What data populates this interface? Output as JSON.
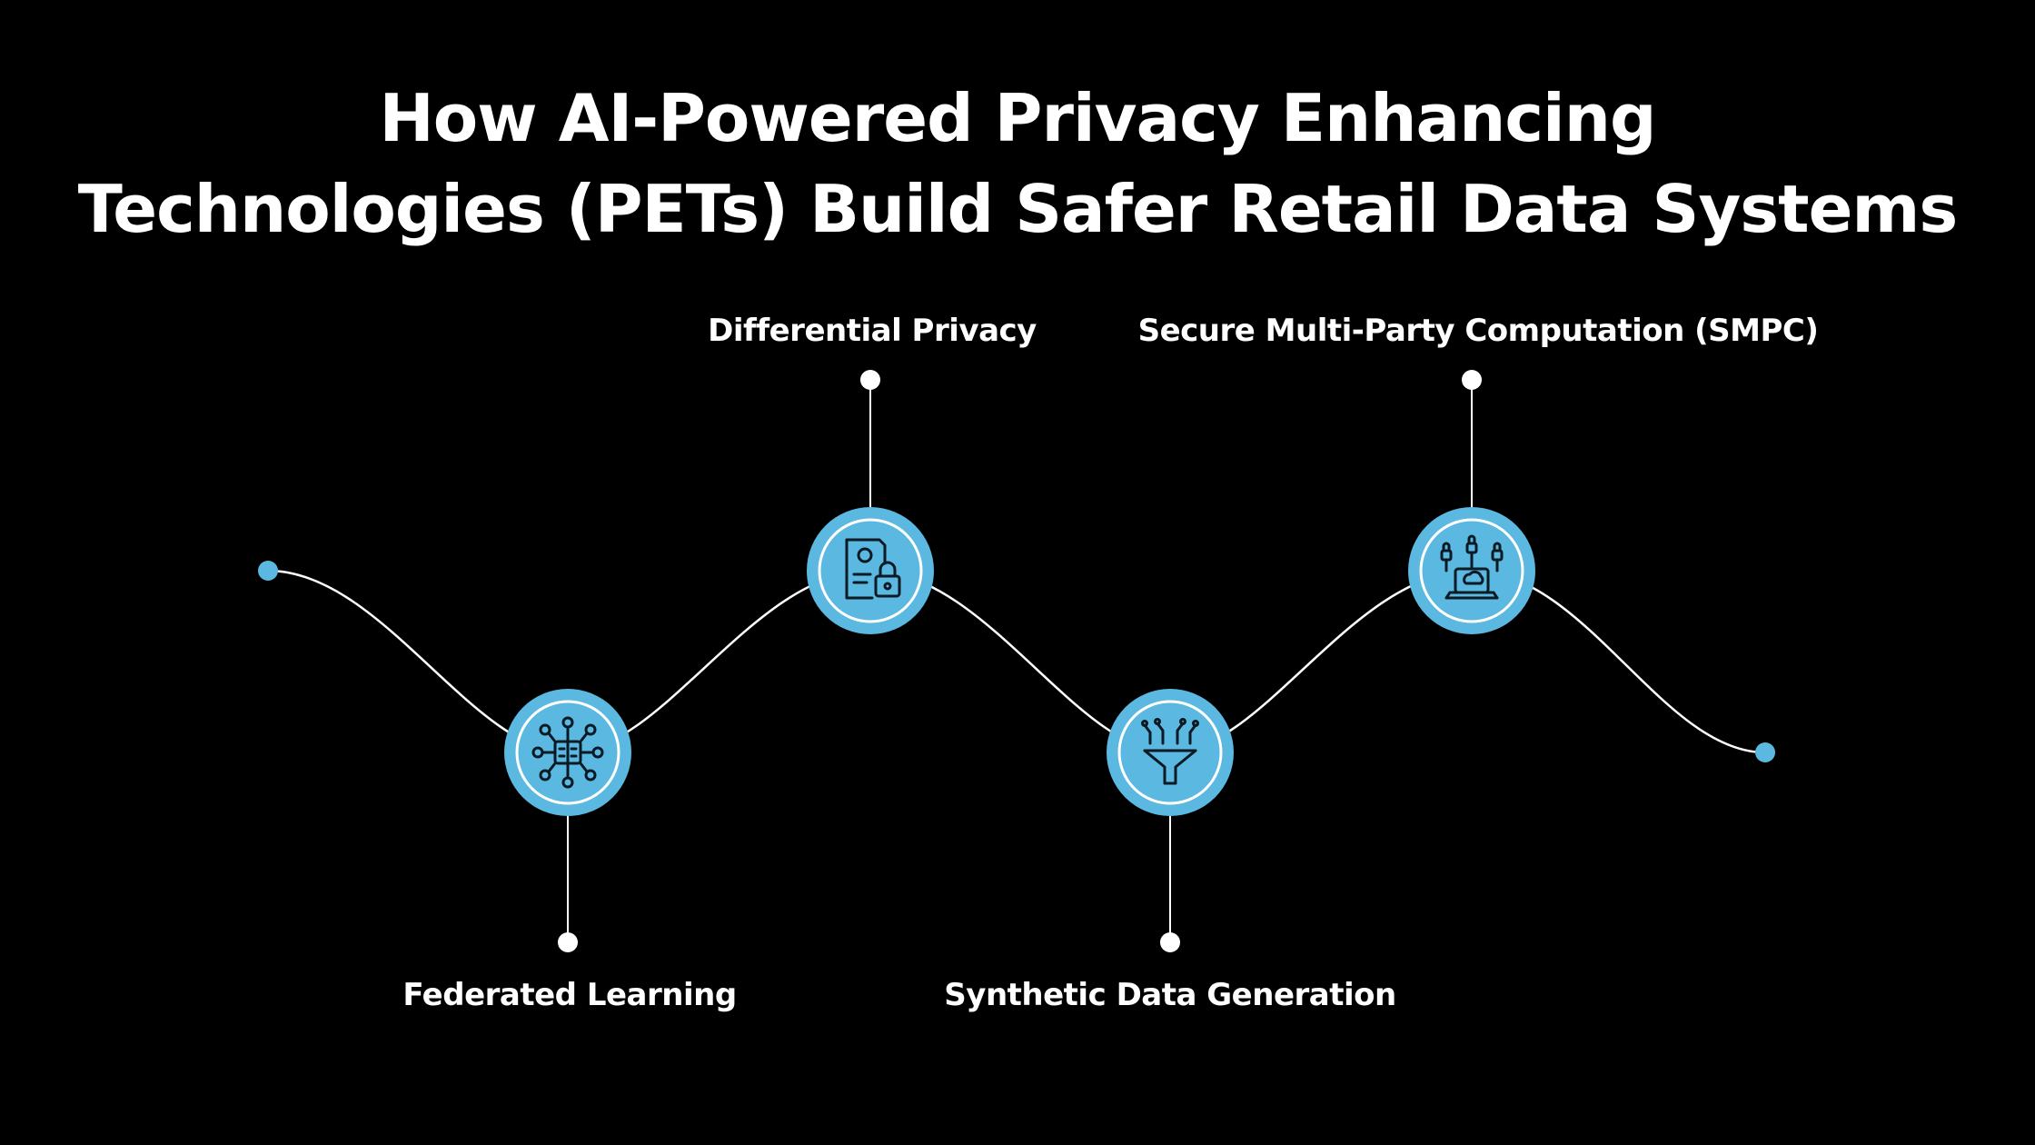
{
  "title": {
    "line1": "How AI-Powered Privacy Enhancing",
    "line2": "Technologies (PETs) Build Safer Retail Data Systems"
  },
  "colors": {
    "background": "#000000",
    "node_fill": "#5bb8e0",
    "node_ring": "#ffffff",
    "curve": "#ffffff",
    "endpoint": "#5bb8e0",
    "text": "#ffffff"
  },
  "nodes": [
    {
      "label": "Federated Learning",
      "icon": "federated-network-icon",
      "position": "low",
      "label_side": "below"
    },
    {
      "label": "Differential Privacy",
      "icon": "document-lock-icon",
      "position": "high",
      "label_side": "above"
    },
    {
      "label": "Synthetic Data Generation",
      "icon": "data-funnel-icon",
      "position": "low",
      "label_side": "below"
    },
    {
      "label": "Secure Multi-Party Computation (SMPC)",
      "icon": "secure-computation-icon",
      "position": "high",
      "label_side": "above"
    }
  ]
}
